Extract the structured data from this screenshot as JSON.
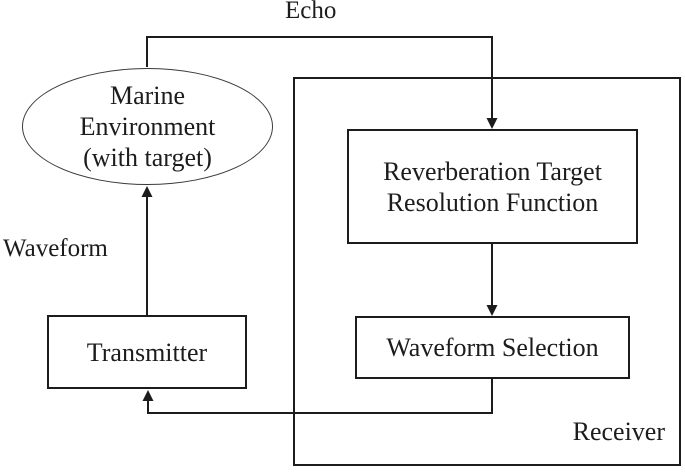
{
  "figure": {
    "type": "block-diagram",
    "background": "#ffffff",
    "stroke_color": "#1c1c1c",
    "text_color": "#1c1c1c"
  },
  "labels": {
    "echo": "Echo",
    "waveform": "Waveform",
    "receiver": "Receiver"
  },
  "nodes": {
    "marine_environment": {
      "shape": "ellipse",
      "lines": [
        "Marine",
        "Environment",
        "(with target)"
      ]
    },
    "reverberation": {
      "shape": "rect",
      "lines": [
        "Reverberation Target",
        "Resolution Function"
      ]
    },
    "waveform_selection": {
      "shape": "rect",
      "label": "Waveform Selection"
    },
    "transmitter": {
      "shape": "rect",
      "label": "Transmitter"
    },
    "receiver": {
      "shape": "rect-container",
      "label": "Receiver",
      "contains": [
        "reverberation",
        "waveform_selection"
      ]
    }
  },
  "edges": [
    {
      "from": "marine_environment",
      "to": "reverberation",
      "label": "Echo"
    },
    {
      "from": "reverberation",
      "to": "waveform_selection",
      "label": ""
    },
    {
      "from": "waveform_selection",
      "to": "transmitter",
      "label": ""
    },
    {
      "from": "transmitter",
      "to": "marine_environment",
      "label": "Waveform"
    }
  ]
}
